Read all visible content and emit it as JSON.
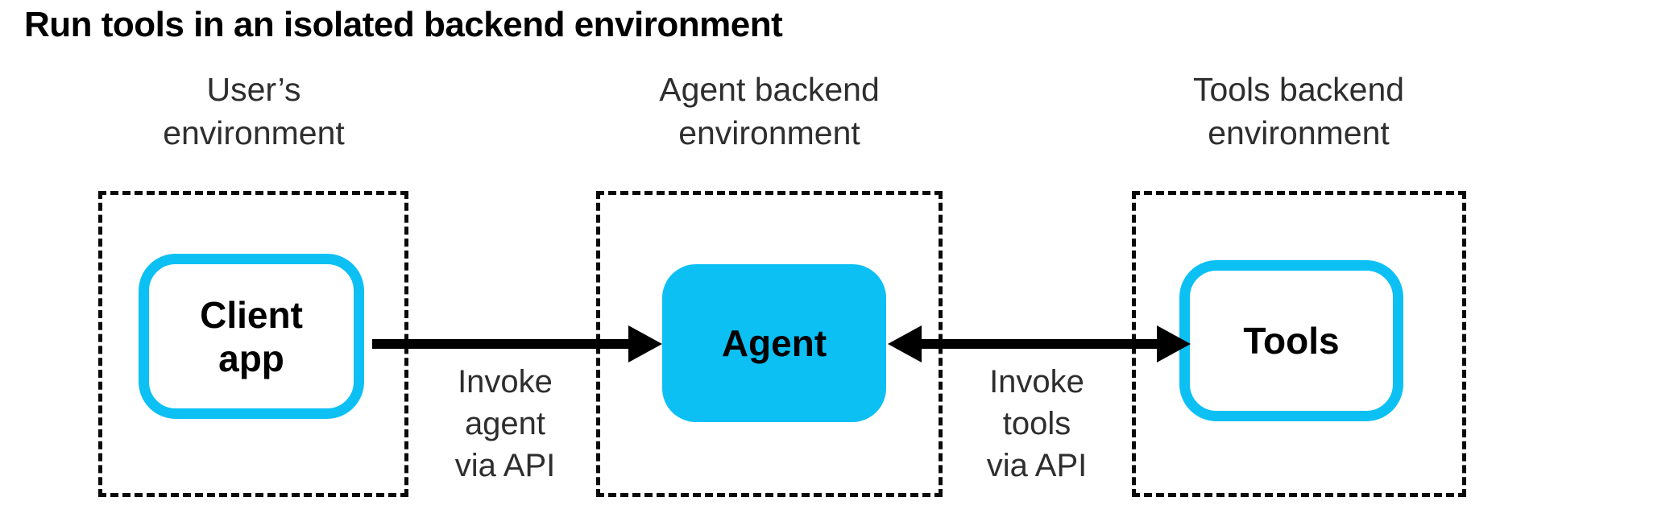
{
  "title": "Run tools in an isolated backend environment",
  "colors": {
    "accent_cyan": "#0cc0f4",
    "line_black": "#000000",
    "label_gray": "#2e2e2e"
  },
  "environments": [
    {
      "label_lines": [
        "User’s",
        "environment"
      ],
      "node": {
        "lines": [
          "Client",
          "app"
        ],
        "style": "outlined"
      }
    },
    {
      "label_lines": [
        "Agent backend",
        "environment"
      ],
      "node": {
        "lines": [
          "Agent"
        ],
        "style": "filled"
      }
    },
    {
      "label_lines": [
        "Tools backend",
        "environment"
      ],
      "node": {
        "lines": [
          "Tools"
        ],
        "style": "outlined"
      }
    }
  ],
  "arrows": [
    {
      "direction": "right",
      "label_lines": [
        "Invoke",
        "agent",
        "via API"
      ]
    },
    {
      "direction": "both",
      "label_lines": [
        "Invoke",
        "tools",
        "via API"
      ]
    }
  ]
}
